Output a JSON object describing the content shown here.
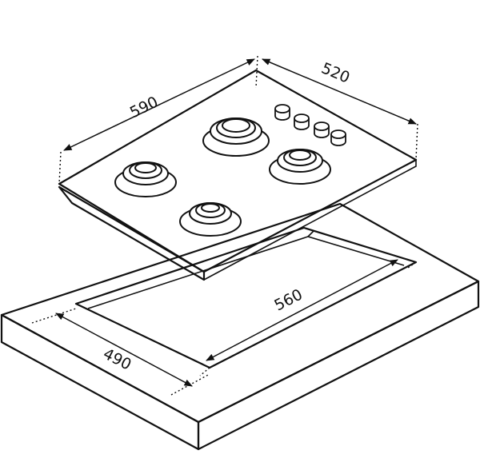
{
  "dimensions": {
    "hob_width": "590",
    "hob_depth": "520",
    "cutout_width": "560",
    "cutout_depth": "490"
  }
}
